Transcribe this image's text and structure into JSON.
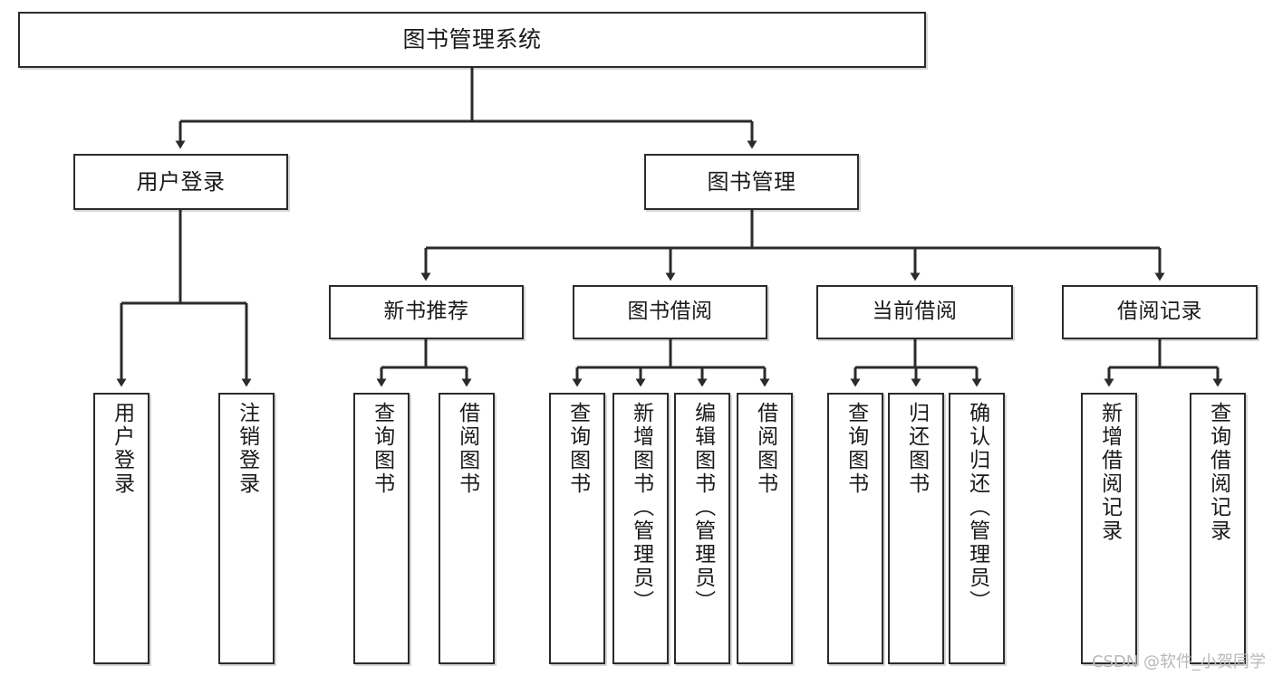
{
  "diagram": {
    "title": "图书管理系统",
    "watermark": "CSDN @软件_小贺同学",
    "colors": {
      "box_border": "#2b2b2b",
      "box_fill": "#ffffff",
      "connector": "#2b2b2b",
      "text": "#1a1a1a",
      "watermark": "#b9b9b9"
    },
    "nodes": {
      "root": {
        "label": "图书管理系统"
      },
      "level1": [
        {
          "label": "用户登录"
        },
        {
          "label": "图书管理"
        }
      ],
      "level2": [
        {
          "label": "新书推荐"
        },
        {
          "label": "图书借阅"
        },
        {
          "label": "当前借阅"
        },
        {
          "label": "借阅记录"
        }
      ],
      "leaves": {
        "user_login": [
          {
            "label": "用户登录"
          },
          {
            "label": "注销登录"
          }
        ],
        "new_book_recommend": [
          {
            "label": "查询图书"
          },
          {
            "label": "借阅图书"
          }
        ],
        "book_borrow": [
          {
            "label": "查询图书"
          },
          {
            "label": "新增图书（管理员）"
          },
          {
            "label": "编辑图书（管理员）"
          },
          {
            "label": "借阅图书"
          }
        ],
        "current_borrow": [
          {
            "label": "查询图书"
          },
          {
            "label": "归还图书"
          },
          {
            "label": "确认归还（管理员）"
          }
        ],
        "borrow_record": [
          {
            "label": "新增借阅记录"
          },
          {
            "label": "查询借阅记录"
          }
        ]
      }
    }
  }
}
